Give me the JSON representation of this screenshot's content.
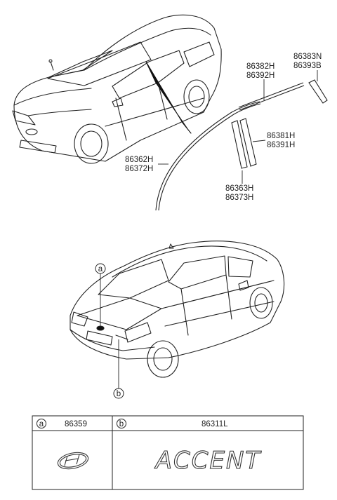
{
  "parts": {
    "roof_molding_front": [
      "86362H",
      "86372H"
    ],
    "roof_molding_rear_upper": [
      "86382H",
      "86392H"
    ],
    "roof_molding_end": [
      "86383N",
      "86393B"
    ],
    "pillar_tape_rear": [
      "86381H",
      "86391H"
    ],
    "pillar_tape_front": [
      "86363H",
      "86373H"
    ]
  },
  "callouts": {
    "a": "a",
    "b": "b"
  },
  "table": {
    "col_a_key": "a",
    "col_a_part": "86359",
    "col_b_key": "b",
    "col_b_part": "86311L",
    "emblem_text": "ACCENT"
  }
}
